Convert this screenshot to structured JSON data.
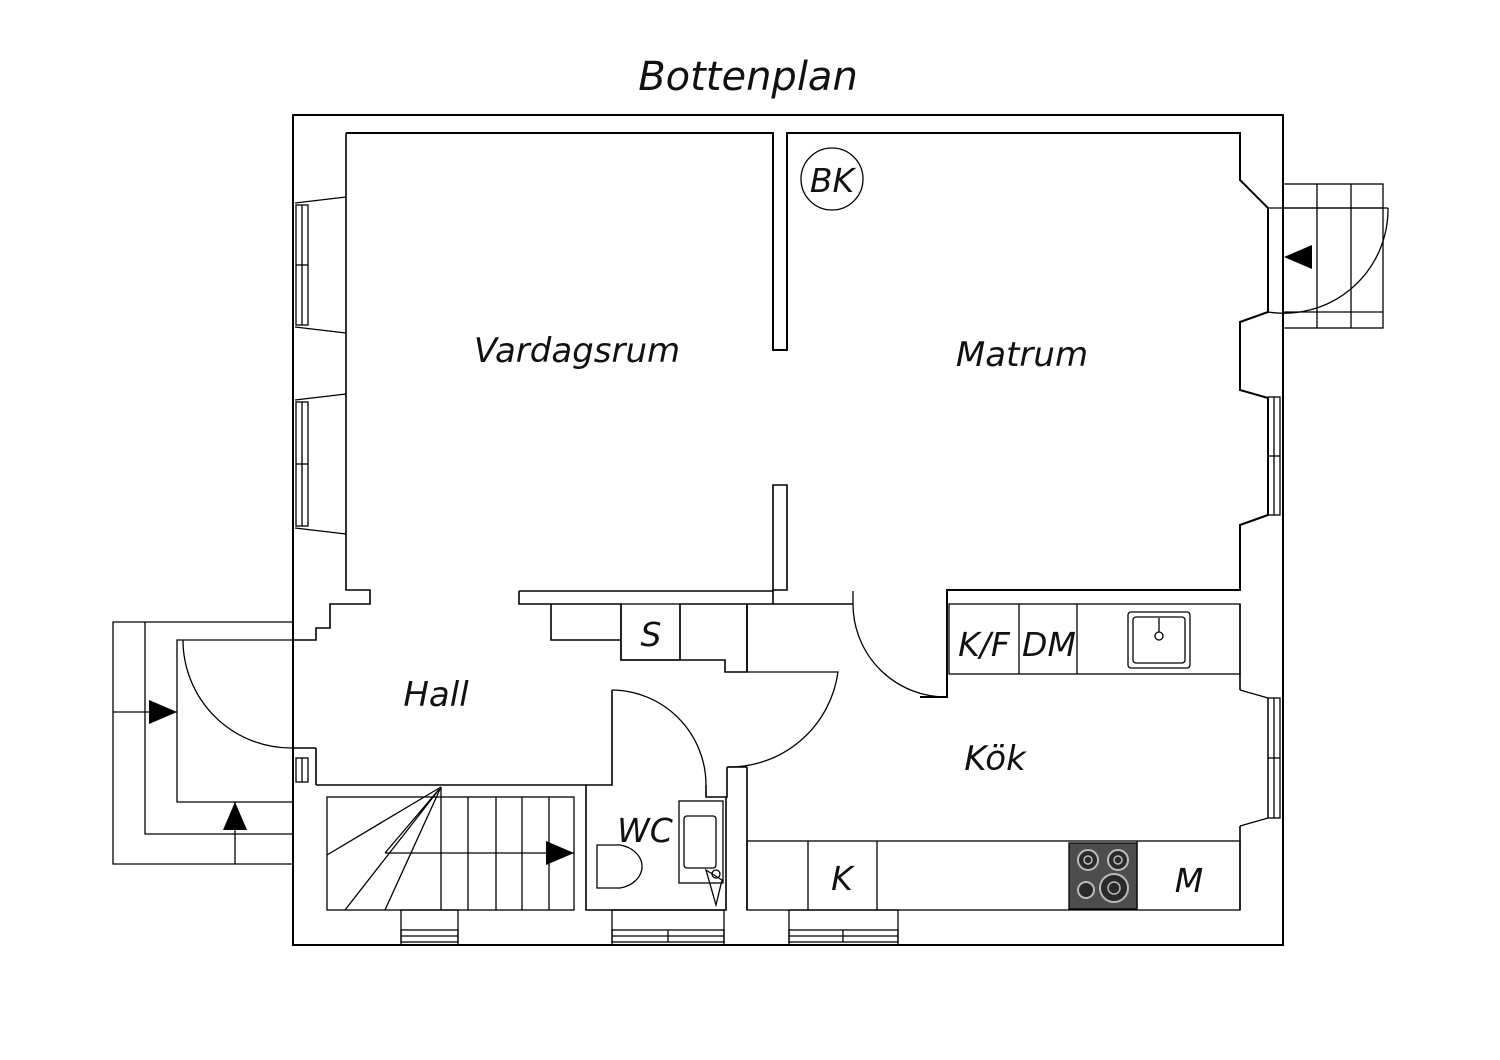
{
  "plan": {
    "title": "Bottenplan",
    "rooms": {
      "vardagsrum": "Vardagsrum",
      "matrum": "Matrum",
      "hall": "Hall",
      "kok": "Kök",
      "wc": "WC"
    },
    "fixtures": {
      "bk": "BK",
      "s": "S",
      "kf": "K/F",
      "dm": "DM",
      "k": "K",
      "m": "M"
    }
  },
  "colors": {
    "line": "#000000",
    "background": "#ffffff",
    "stove": "#4d4d4d"
  },
  "icons": [
    "entry-arrow-icon",
    "stair-arrow-icon",
    "sink-icon",
    "toilet-icon",
    "stove-icon"
  ]
}
